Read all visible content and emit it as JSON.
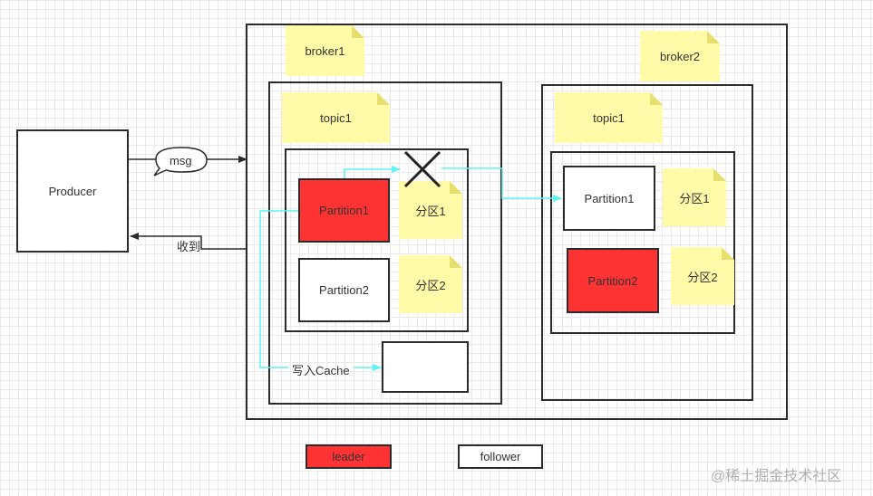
{
  "producer": {
    "label": "Producer"
  },
  "msg_bubble": {
    "label": "msg"
  },
  "ack": {
    "label": "收到"
  },
  "broker1": {
    "name": "broker1",
    "topic": "topic1",
    "partition1": "Partition1",
    "partition2": "Partition2",
    "note1": "分区1",
    "note2": "分区2",
    "cache_label": "写入Cache"
  },
  "broker2": {
    "name": "broker2",
    "topic": "topic1",
    "partition1": "Partition1",
    "partition2": "Partition2",
    "note1": "分区1",
    "note2": "分区2"
  },
  "legend": {
    "leader": "leader",
    "follower": "follower"
  },
  "watermark": "@稀土掘金技术社区",
  "colors": {
    "leader": "#ff3333",
    "follower": "#ffffff",
    "replication_arrow": "#5ff2f2",
    "sticky_note": "#fffba8"
  },
  "icons": {
    "failure_mark": "cross-icon"
  }
}
